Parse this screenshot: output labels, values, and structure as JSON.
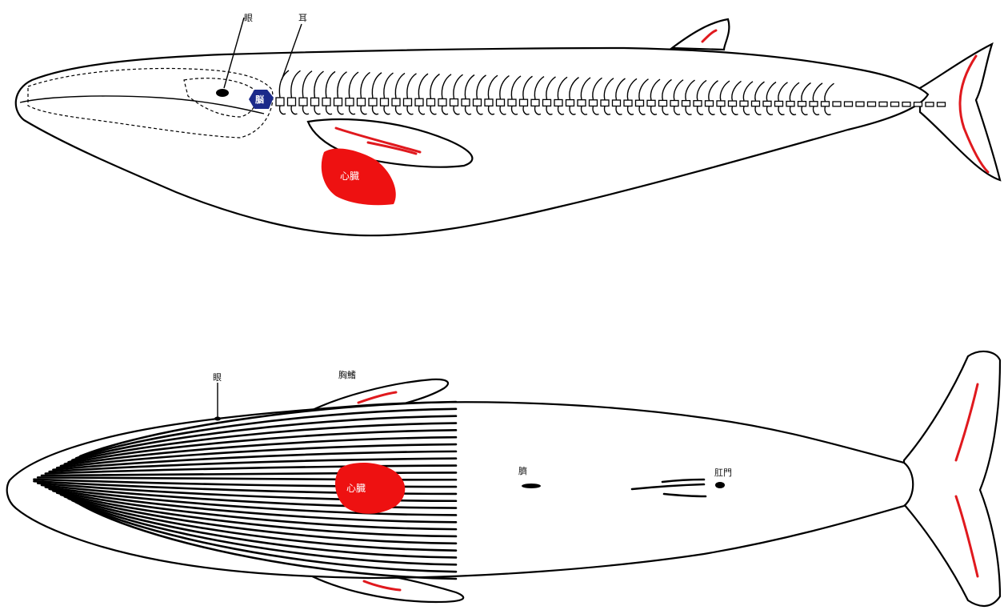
{
  "side_view": {
    "labels": {
      "eye": "眼",
      "ear": "耳",
      "brain": "脳",
      "heart": "心臓"
    }
  },
  "ventral_view": {
    "labels": {
      "eye": "眼",
      "pectoral_fin": "胸鰭",
      "heart": "心臓",
      "navel": "臍",
      "anus": "肛門"
    }
  },
  "colors": {
    "heart": "#ee1111",
    "brain": "#1b2a8a",
    "fin_accent": "#e0191e",
    "outline": "#000000"
  }
}
